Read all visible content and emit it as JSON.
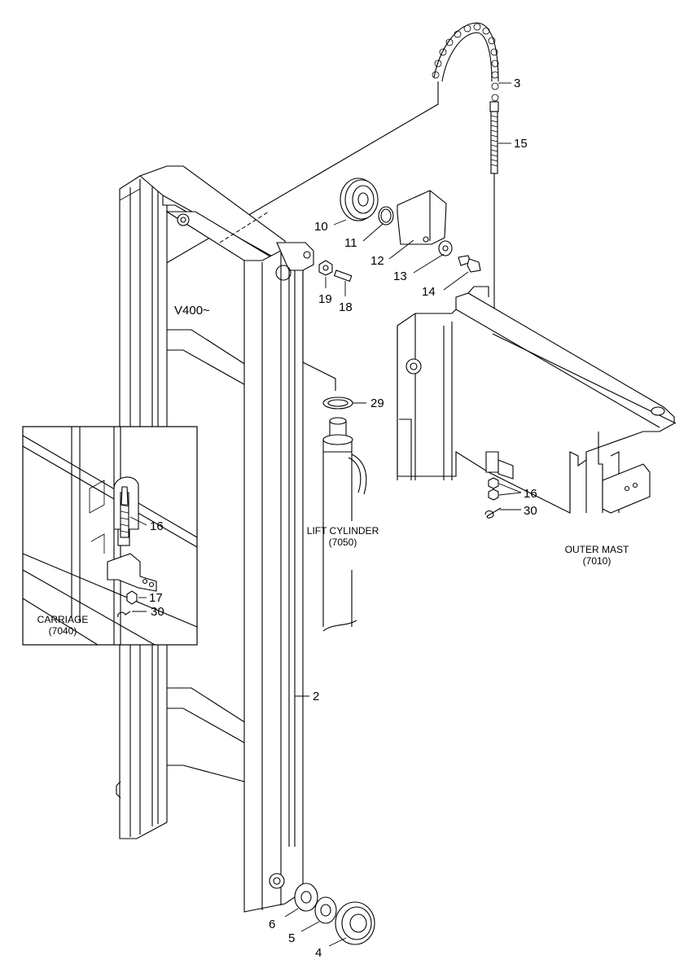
{
  "callouts": {
    "c3": "3",
    "c15": "15",
    "c10": "10",
    "c11": "11",
    "c12": "12",
    "c13": "13",
    "c14": "14",
    "c19": "19",
    "c18": "18",
    "c29": "29",
    "c16_right": "16",
    "c30_right": "30",
    "c16_inset": "16",
    "c17_inset": "17",
    "c30_inset": "30",
    "c2": "2",
    "c6": "6",
    "c5": "5",
    "c4": "4"
  },
  "labels": {
    "version": "V400~",
    "lift_cylinder": "LIFT CYLINDER",
    "lift_cylinder_code": "(7050)",
    "outer_mast": "OUTER MAST",
    "outer_mast_code": "(7010)",
    "carriage": "CARRIAGE",
    "carriage_code": "(7040)"
  }
}
